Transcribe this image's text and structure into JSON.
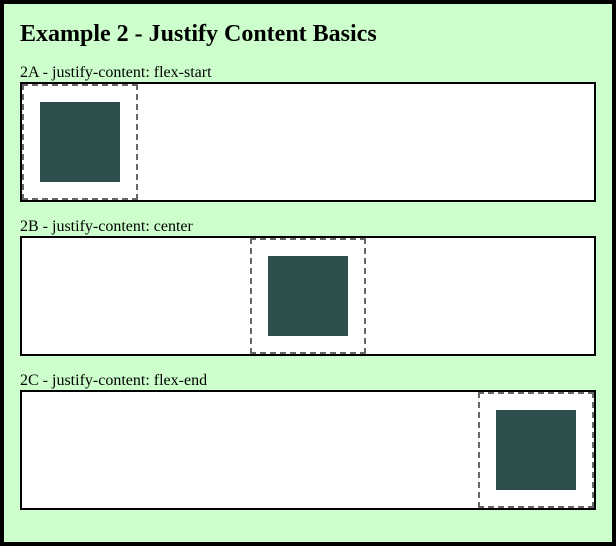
{
  "page": {
    "title": "Example 2 - Justify Content Basics",
    "background": "#ccffcc",
    "border_color": "#000000"
  },
  "examples": [
    {
      "label": "2A - justify-content: flex-start",
      "justify": "flex-start"
    },
    {
      "label": "2B - justify-content: center",
      "justify": "center"
    },
    {
      "label": "2C - justify-content: flex-end",
      "justify": "flex-end"
    }
  ],
  "colors": {
    "box_fill": "#2f4f4f",
    "dashed_border": "#666666",
    "container_bg": "#ffffff"
  }
}
